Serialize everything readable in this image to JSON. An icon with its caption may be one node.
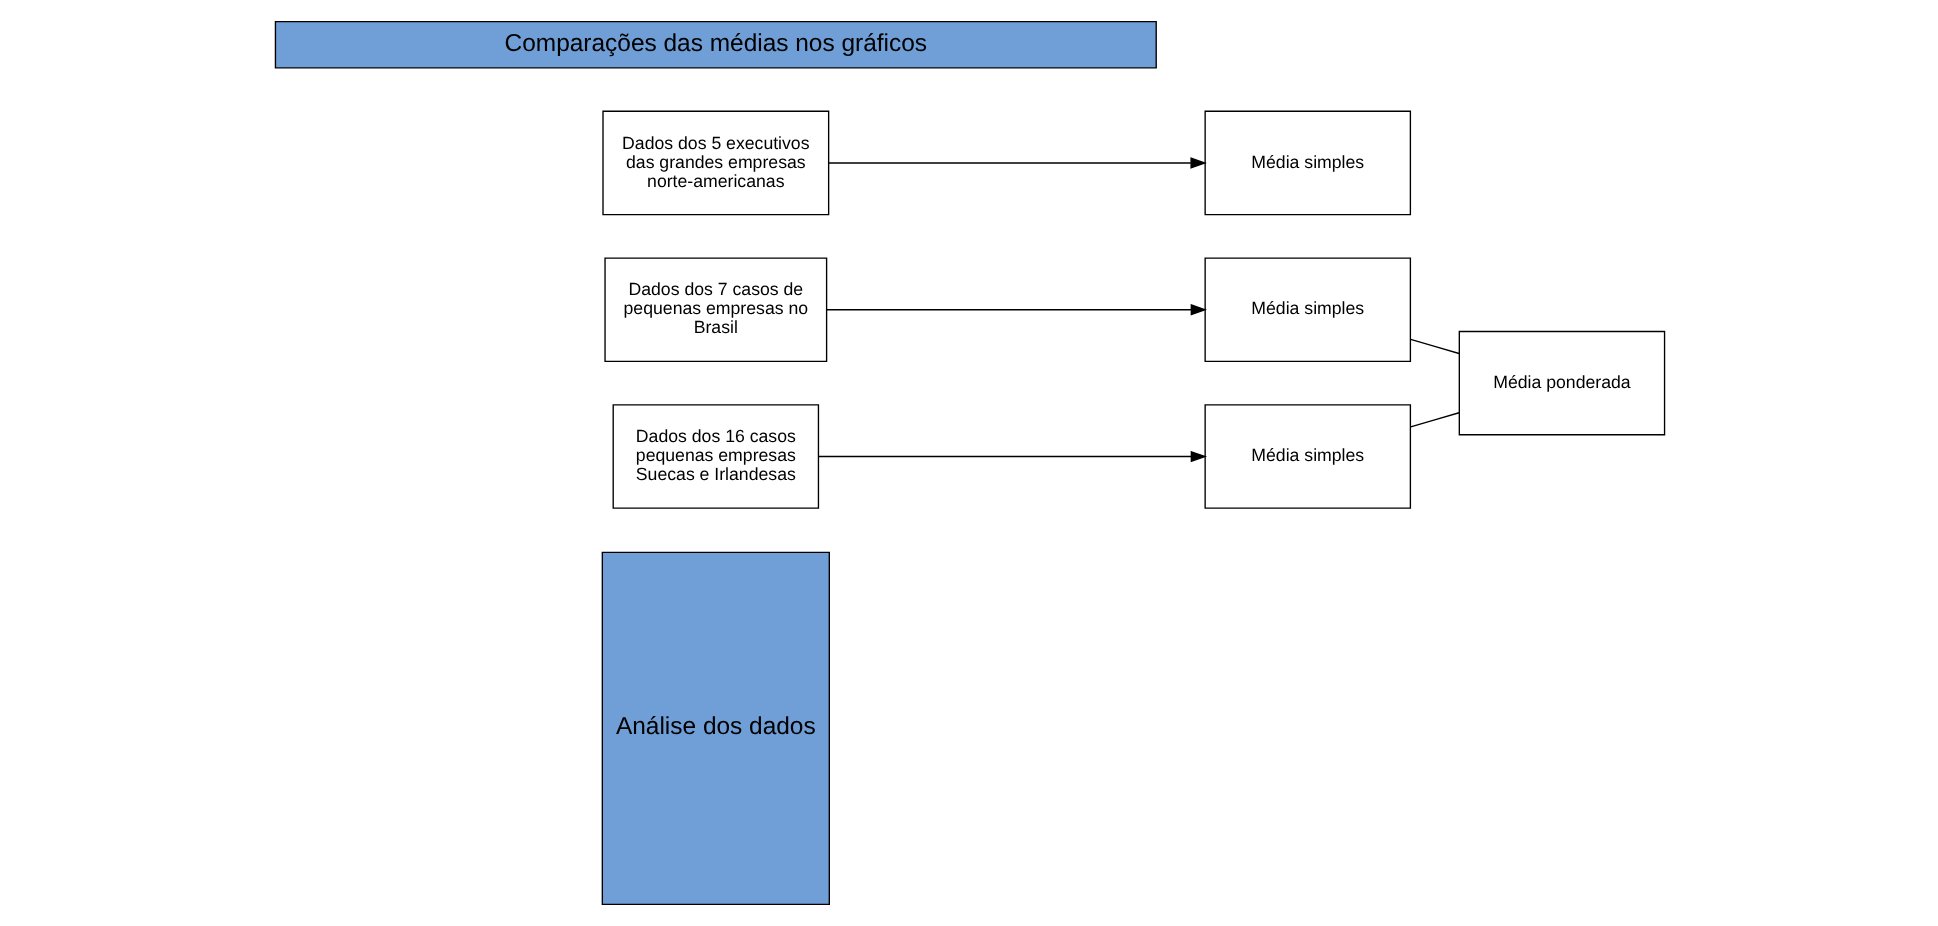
{
  "diagram": {
    "nodes": [
      {
        "text": [
          "Análise dos dados"
        ]
      },
      {
        "text": [
          "Dados dos 7 casos de pequenas empresas no Brasil"
        ]
      },
      {
        "text": [
          "Média simples"
        ]
      },
      {
        "text": [
          "Média ponderada"
        ]
      },
      {
        "text": [
          "Dados dos 16 casos pequenas empresas Suecas e Irlandesas"
        ]
      },
      {
        "text": [
          "Média simples"
        ]
      },
      {
        "text": [
          "Dados dos 5 executivos das grandes empresas norte-americanas"
        ]
      },
      {
        "text": [
          "Média simples"
        ]
      },
      {
        "text": [
          "Comparações das médias nos gráficos"
        ]
      }
    ],
    "edges": [
      {
        "from": 1,
        "to": 2,
        "arrow": "to"
      },
      {
        "from": 2,
        "to": 3,
        "arrow": "none"
      },
      {
        "from": 4,
        "to": 5,
        "arrow": "to"
      },
      {
        "from": 5,
        "to": 3,
        "arrow": "none"
      },
      {
        "from": 6,
        "to": 7,
        "arrow": "to"
      }
    ]
  }
}
